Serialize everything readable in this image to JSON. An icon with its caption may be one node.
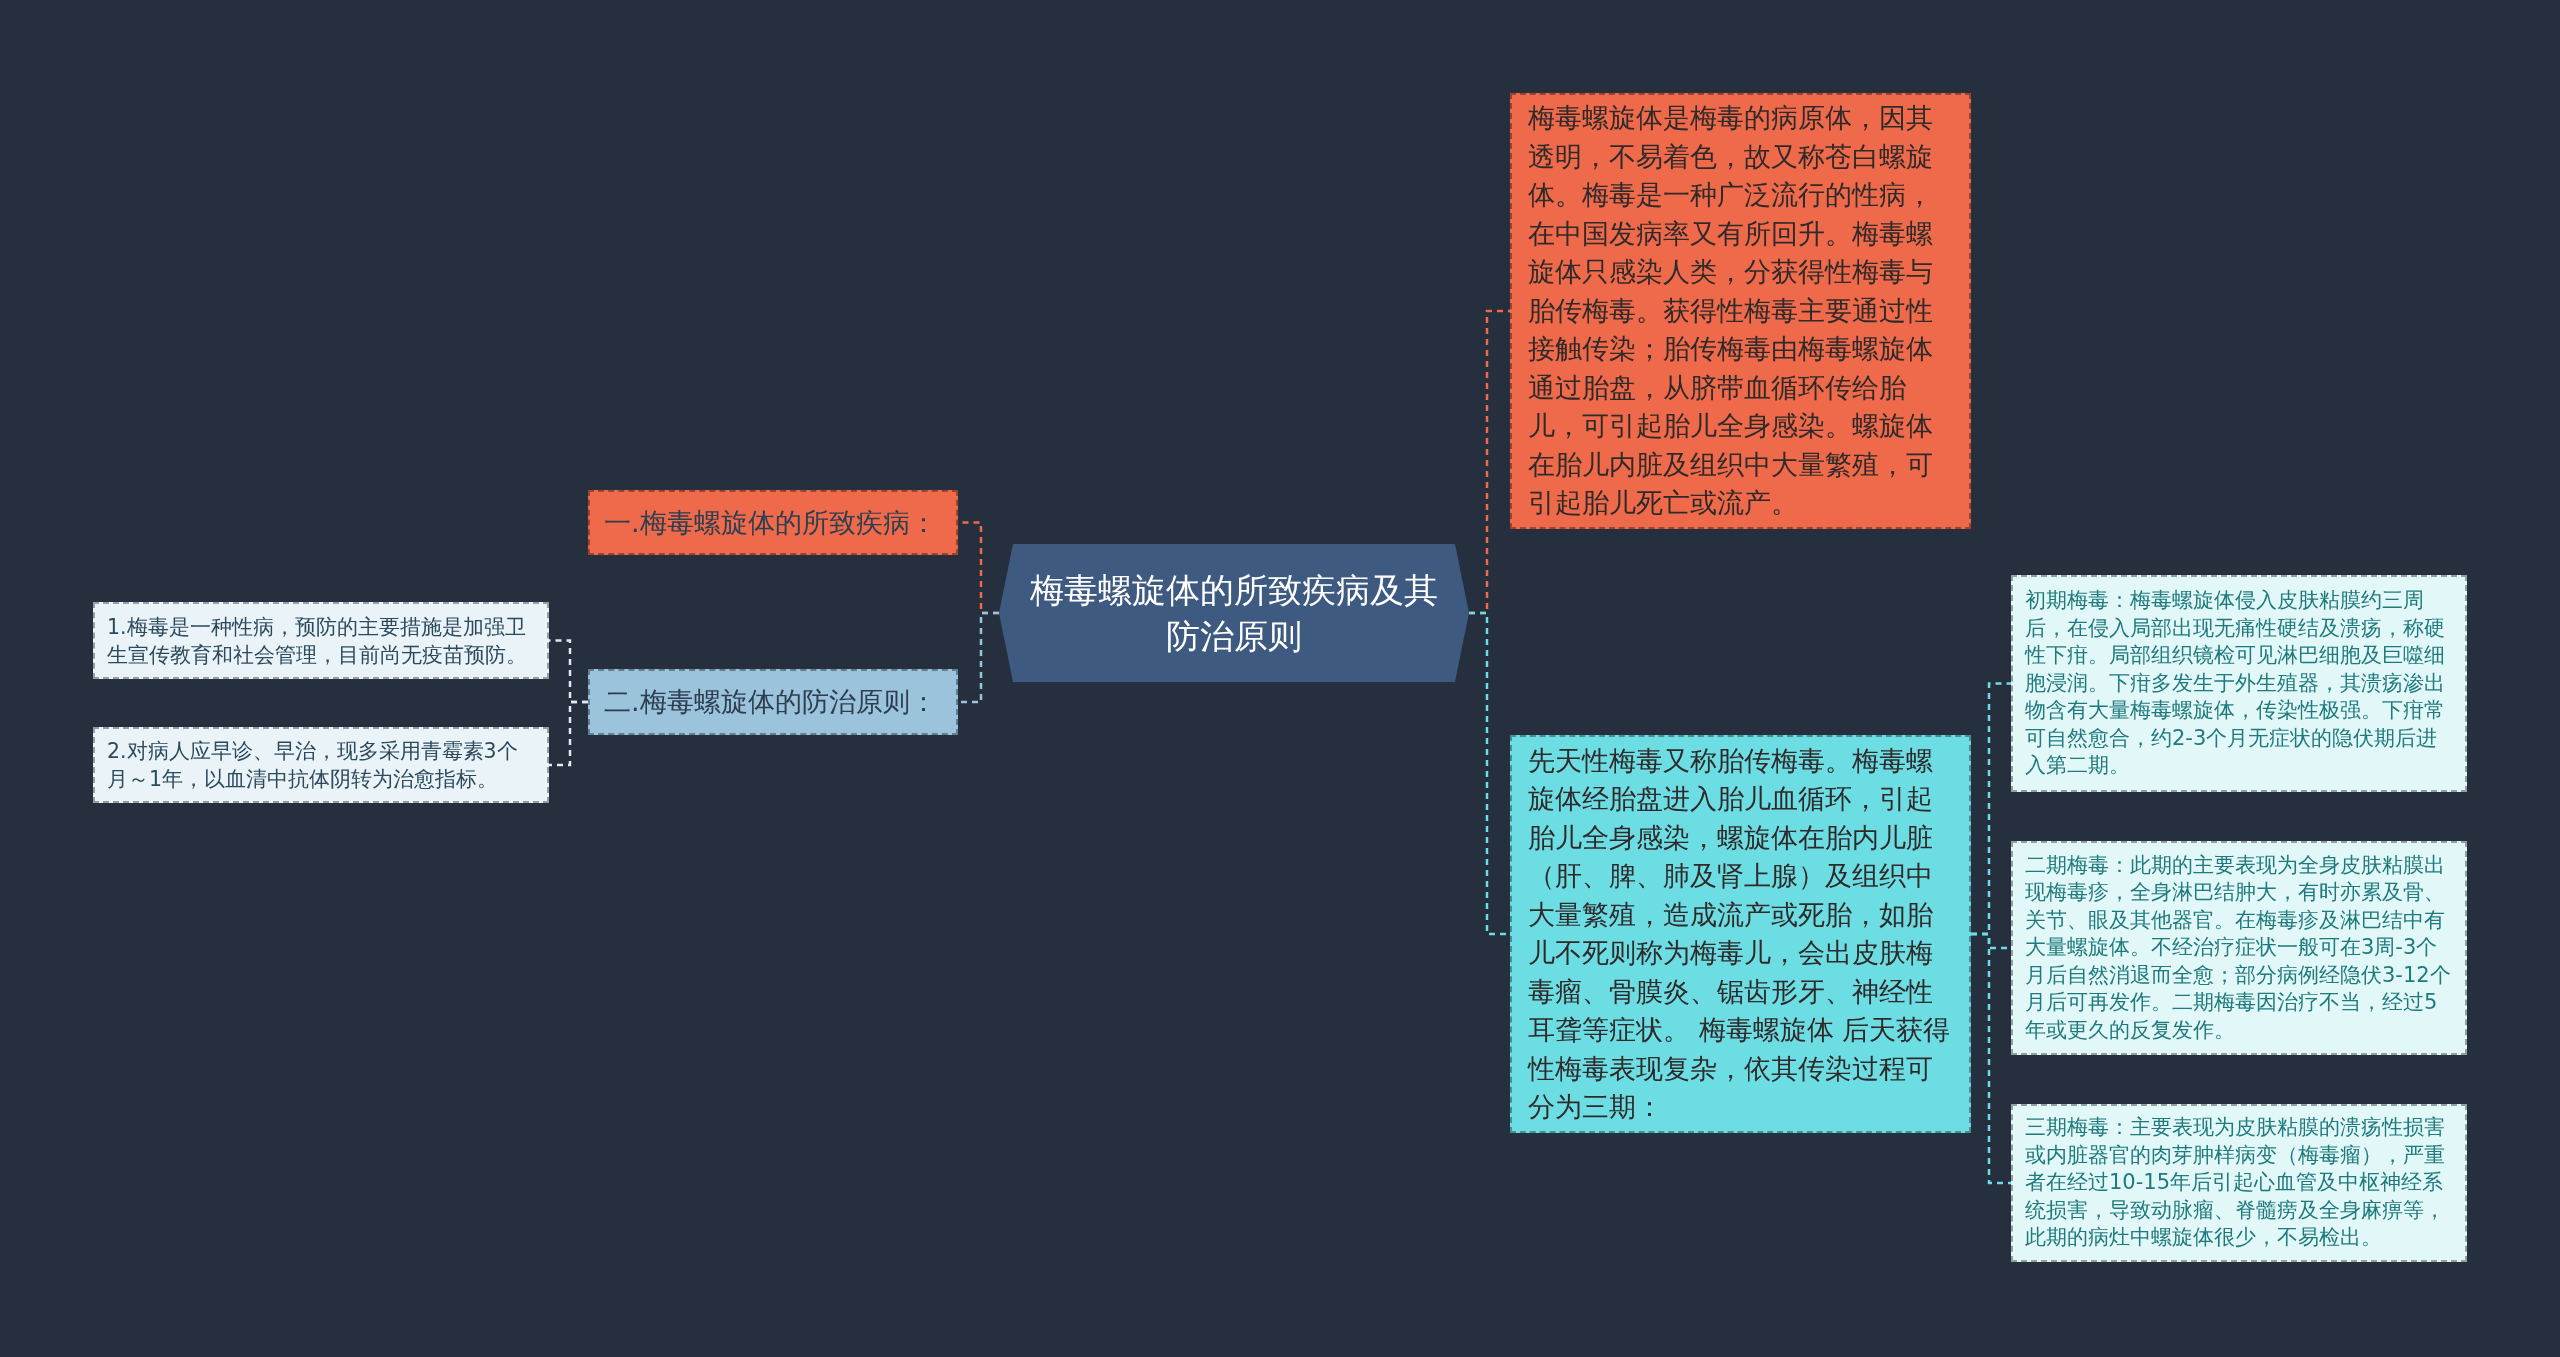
{
  "diagram": {
    "nodes": [
      {
        "text": [
          "梅毒螺旋体的所致疾病及其防治原则"
        ]
      },
      {
        "text": [
          "一.梅毒螺旋体的所致疾病："
        ]
      },
      {
        "text": [
          "二.梅毒螺旋体的防治原则："
        ]
      },
      {
        "text": [
          "1.梅毒是一种性病，预防的主要措施是加强卫生宣传教育和社会管理，目前尚无疫苗预防。"
        ]
      },
      {
        "text": [
          "2.对病人应早诊、早治，现多采用青霉素3个月～1年，以血清中抗体阴转为治愈指标。"
        ]
      },
      {
        "text": [
          "梅毒螺旋体是梅毒的病原体，因其透明，不易着色，故又称苍白螺旋体。梅毒是一种广泛流行的性病，在中国发病率又有所回升。梅毒螺旋体只感染人类，分获得性梅毒与胎传梅毒。获得性梅毒主要通过性接触传染；胎传梅毒由梅毒螺旋体通过胎盘，从脐带血循环传给胎儿，可引起胎儿全身感染。螺旋体在胎儿内脏及组织中大量繁殖，可引起胎儿死亡或流产。"
        ]
      },
      {
        "text": [
          "先天性梅毒又称胎传梅毒。梅毒螺旋体经胎盘进入胎儿血循环，引起胎儿全身感染，螺旋体在胎内儿脏（肝、脾、肺及肾上腺）及组织中大量繁殖，造成流产或死胎，如胎儿不死则称为梅毒儿，会出皮肤梅毒瘤、骨膜炎、锯齿形牙、神经性耳聋等症状。 梅毒螺旋体 后天获得性梅毒表现复杂，依其传染过程可分为三期："
        ]
      },
      {
        "text": [
          "初期梅毒：梅毒螺旋体侵入皮肤粘膜约三周后，在侵入局部出现无痛性硬结及溃疡，称硬性下疳。局部组织镜检可见淋巴细胞及巨噬细胞浸润。下疳多发生于外生殖器，其溃疡渗出物含有大量梅毒螺旋体，传染性极强。下疳常可自然愈合，约2-3个月无症状的隐伏期后进入第二期。"
        ]
      },
      {
        "text": [
          "二期梅毒：此期的主要表现为全身皮肤粘膜出现梅毒疹，全身淋巴结肿大，有时亦累及骨、关节、眼及其他器官。在梅毒疹及淋巴结中有大量螺旋体。不经治疗症状一般可在3周-3个月后自然消退而全愈；部分病例经隐伏3-12个月后可再发作。二期梅毒因治疗不当，经过5年或更久的反复发作。"
        ]
      },
      {
        "text": [
          "三期梅毒：主要表现为皮肤粘膜的溃疡性损害或内脏器官的肉芽肿样病变（梅毒瘤），严重者在经过10-15年后引起心血管及中枢神经系统损害，导致动脉瘤、脊髓痨及全身麻痹等，此期的病灶中螺旋体很少，不易检出。"
        ]
      }
    ],
    "edges": [
      {
        "from": 0,
        "to": 1,
        "arrow": "none",
        "style": "dashed",
        "color": "#ee6a4b"
      },
      {
        "from": 0,
        "to": 2,
        "arrow": "none",
        "style": "dashed",
        "color": "#9bc3dc"
      },
      {
        "from": 2,
        "to": 3,
        "arrow": "none",
        "style": "dashed",
        "color": "#dfe9ef"
      },
      {
        "from": 2,
        "to": 4,
        "arrow": "none",
        "style": "dashed",
        "color": "#dfe9ef"
      },
      {
        "from": 0,
        "to": 5,
        "arrow": "none",
        "style": "dashed",
        "color": "#ee6a4b"
      },
      {
        "from": 0,
        "to": 6,
        "arrow": "none",
        "style": "dashed"
      },
      {
        "from": 6,
        "to": 7,
        "arrow": "none",
        "style": "dashed"
      },
      {
        "from": 6,
        "to": 8,
        "arrow": "none",
        "style": "dashed"
      },
      {
        "from": 6,
        "to": 9,
        "arrow": "none",
        "style": "dashed"
      }
    ]
  }
}
